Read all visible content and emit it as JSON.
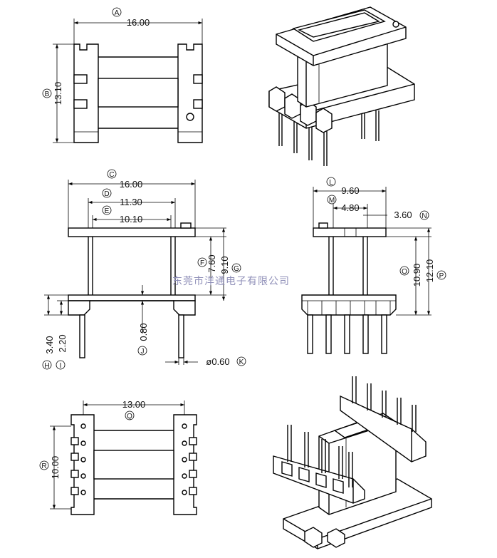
{
  "dimensions": {
    "A": {
      "letter": "A",
      "value": "16.00"
    },
    "B": {
      "letter": "B",
      "value": "13.10"
    },
    "C": {
      "letter": "C",
      "value": "16.00"
    },
    "D": {
      "letter": "D",
      "value": "11.30"
    },
    "E": {
      "letter": "E",
      "value": "10.10"
    },
    "F": {
      "letter": "F",
      "value": "7.60"
    },
    "G": {
      "letter": "G",
      "value": "9.10"
    },
    "H": {
      "letter": "H",
      "value": "3.40"
    },
    "I": {
      "letter": "I",
      "value": "2.20"
    },
    "J": {
      "letter": "J",
      "value": "0.80"
    },
    "K": {
      "letter": "K",
      "value": "ø0.60"
    },
    "L": {
      "letter": "L",
      "value": "9.60"
    },
    "M": {
      "letter": "M",
      "value": "4.80"
    },
    "N": {
      "letter": "N",
      "value": "3.60"
    },
    "O": {
      "letter": "O",
      "value": "10.90"
    },
    "P": {
      "letter": "P",
      "value": "12.10"
    },
    "Q": {
      "letter": "Q",
      "value": "13.00"
    },
    "R": {
      "letter": "R",
      "value": "10.00"
    }
  },
  "watermark": "东莞市洋通电子有限公司"
}
